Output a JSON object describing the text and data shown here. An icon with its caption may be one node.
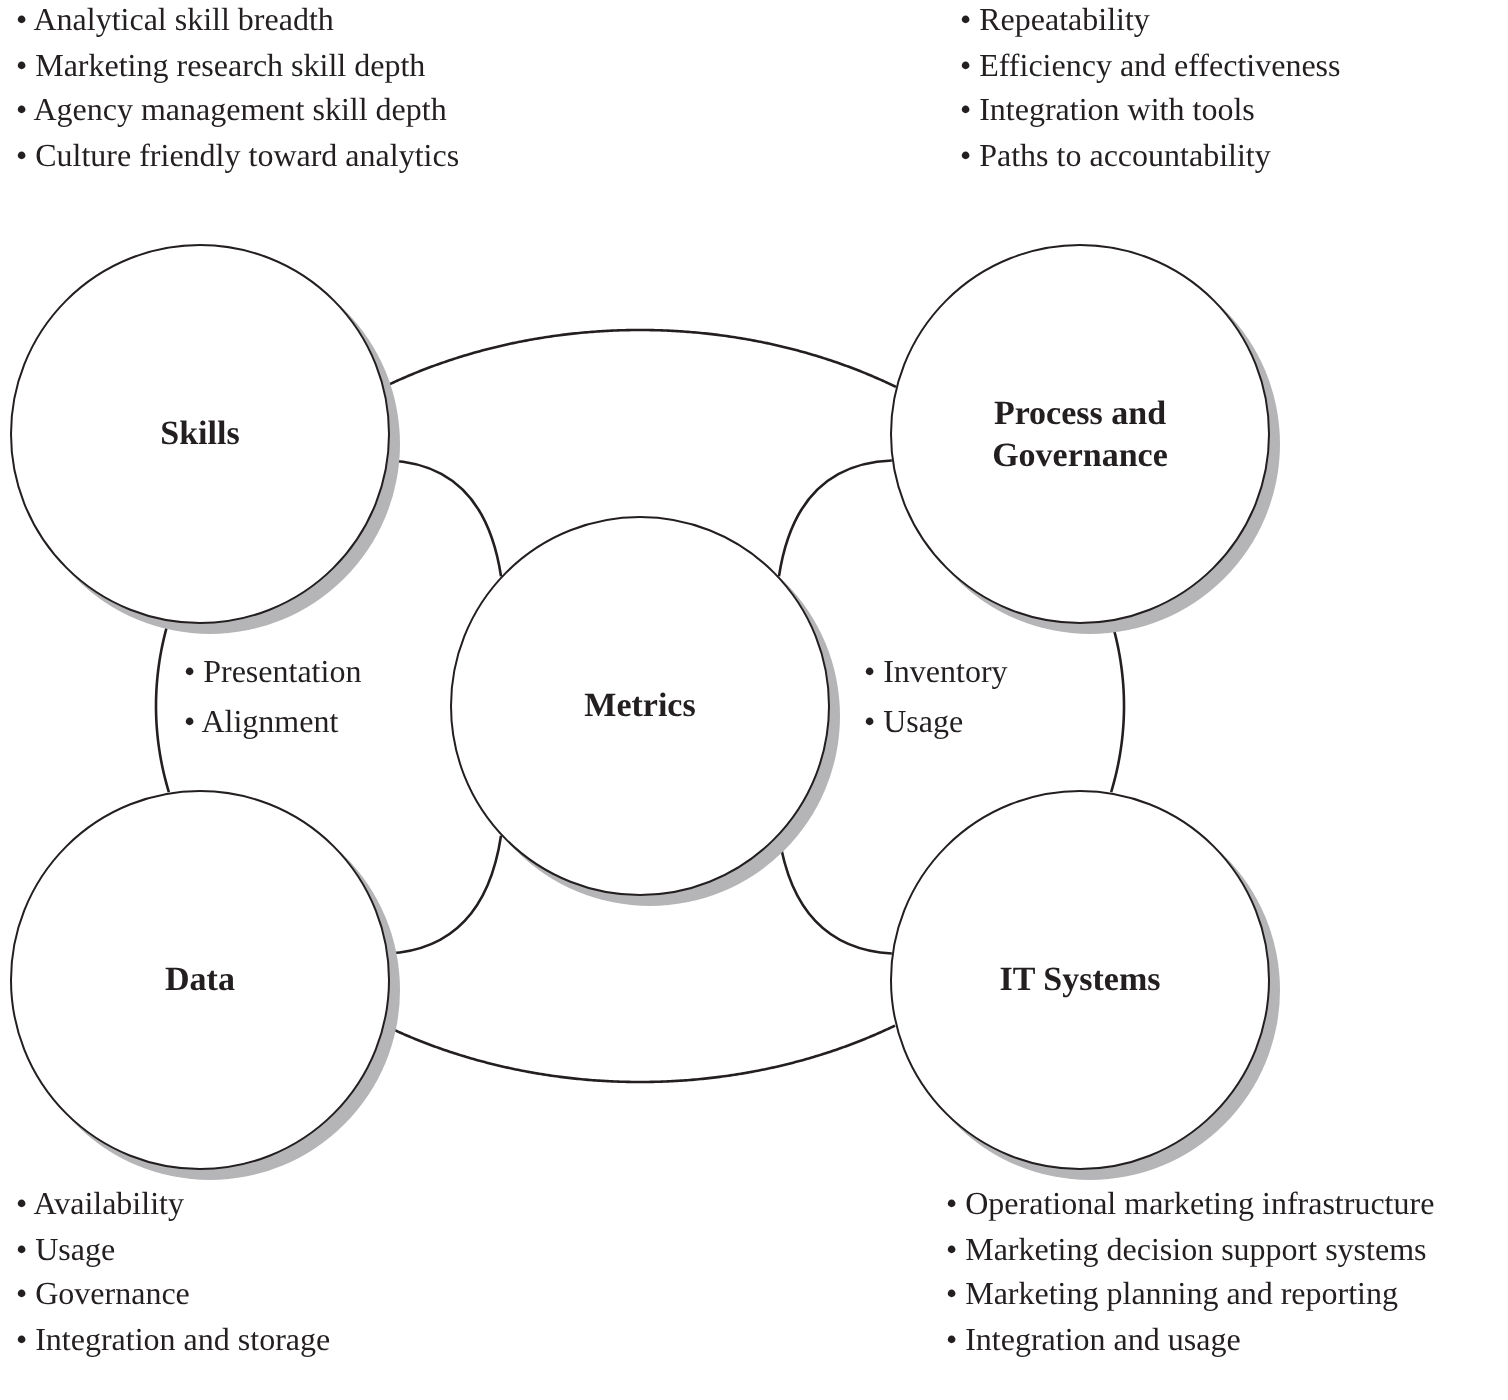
{
  "diagram": {
    "nodes": [
      {
        "text": [
          "Skills"
        ],
        "beside": [
          "• Analytical skill breadth",
          "• Marketing research skill depth",
          "• Agency management skill depth",
          "• Culture friendly toward analytics"
        ]
      },
      {
        "text": [
          "Process and Governance"
        ],
        "beside": [
          "• Repeatability",
          "• Efficiency and effectiveness",
          "• Integration with tools",
          "• Paths to accountability"
        ]
      },
      {
        "text": [
          "Metrics"
        ]
      },
      {
        "text": [
          "Data"
        ],
        "beside": [
          "• Availability",
          "• Usage",
          "• Governance",
          "• Integration and storage"
        ]
      },
      {
        "text": [
          "IT Systems"
        ],
        "beside": [
          "• Operational marketing infrastructure",
          "• Marketing decision support systems",
          "• Marketing planning and reporting",
          "• Integration and usage"
        ]
      }
    ],
    "edges": [
      {
        "from": 0,
        "to": 1,
        "arrow": "none"
      },
      {
        "from": 0,
        "to": 3,
        "arrow": "none"
      },
      {
        "from": 1,
        "to": 4,
        "arrow": "none"
      },
      {
        "from": 3,
        "to": 4,
        "arrow": "none"
      },
      {
        "from": 0,
        "to": 2,
        "arrow": "none"
      },
      {
        "from": 1,
        "to": 2,
        "arrow": "none"
      },
      {
        "from": 3,
        "to": 2,
        "arrow": "none"
      },
      {
        "from": 4,
        "to": 2,
        "arrow": "none"
      }
    ],
    "labels": [
      "• Presentation",
      "• Alignment",
      "• Inventory",
      "• Usage"
    ]
  }
}
